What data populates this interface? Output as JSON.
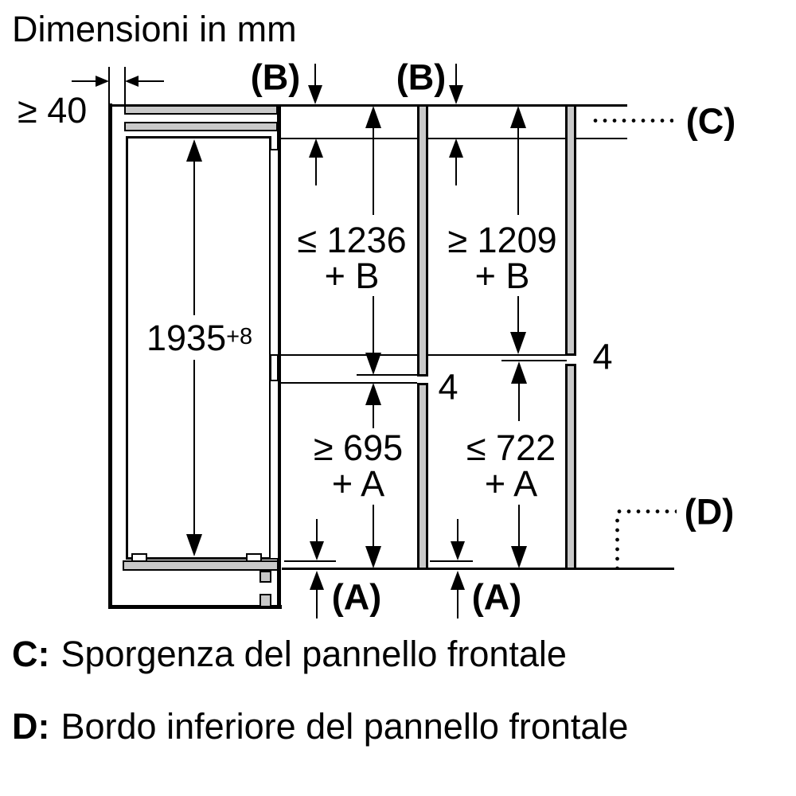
{
  "title": "Dimensioni in mm",
  "dimensions": {
    "wall_clearance": "≥ 40",
    "niche_height": "1935",
    "niche_height_tolerance": "+8",
    "variant1_upper": [
      "≤ 1236",
      "+ B"
    ],
    "variant1_lower": [
      "≥ 695",
      "+ A"
    ],
    "variant2_upper": [
      "≥ 1209",
      "+ B"
    ],
    "variant2_lower": [
      "≤ 722",
      "+ A"
    ],
    "panel_gap": "4"
  },
  "reference_labels": {
    "a": "(A)",
    "b": "(B)",
    "c": "(C)",
    "d": "(D)"
  },
  "legend": {
    "c_key": "C:",
    "c_text": "Sporgenza del pannello frontale",
    "d_key": "D:",
    "d_text": "Bordo inferiore del pannello frontale"
  }
}
